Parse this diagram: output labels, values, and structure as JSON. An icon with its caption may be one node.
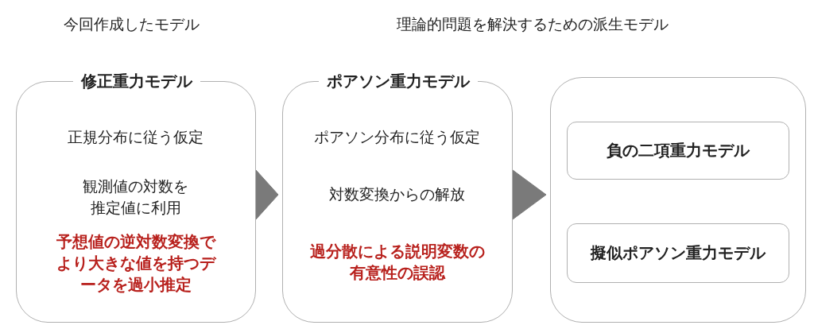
{
  "diagram": {
    "nodes": [
      {
        "text": [
          "修正重力モデル",
          "正規分布に従う仮定",
          "観測値の対数を推定値に利用",
          "予想値の逆対数変換でより大きな値を持つデータを過小推定"
        ]
      },
      {
        "text": [
          "ポアソン重力モデル",
          "ポアソン分布に従う仮定",
          "対数変換からの解放",
          "過分散による説明変数の有意性の誤認"
        ]
      },
      {
        "text": [],
        "shape": "box"
      },
      {
        "text": [
          "負の二項重力モデル"
        ],
        "in": 2
      },
      {
        "text": [
          "擬似ポアソン重力モデル"
        ],
        "in": 2
      }
    ],
    "edges": [
      {
        "from": 0,
        "to": 1,
        "arrow": "to"
      },
      {
        "from": 1,
        "to": 2,
        "arrow": "to"
      }
    ],
    "labels": [
      "今回作成したモデル",
      "理論的問題を解決するための派生モデル"
    ]
  }
}
